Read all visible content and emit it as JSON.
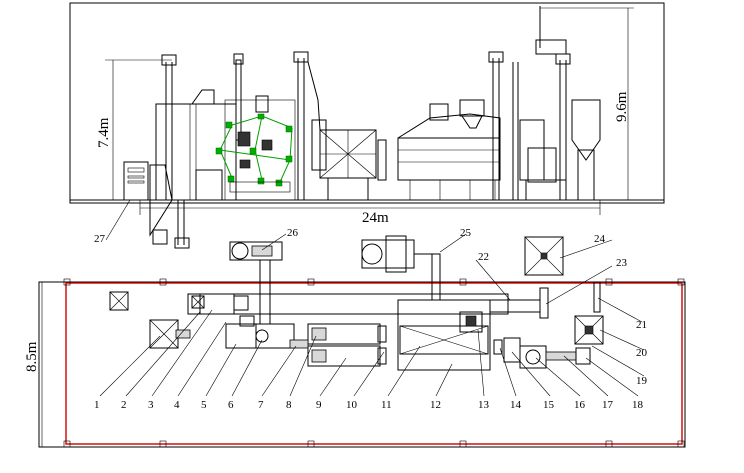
{
  "dimensions": {
    "height_left": "7.4m",
    "height_right": "9.6m",
    "length": "24m",
    "width": "8.5m"
  },
  "callouts": [
    "1",
    "2",
    "3",
    "4",
    "5",
    "6",
    "7",
    "8",
    "9",
    "10",
    "11",
    "12",
    "13",
    "14",
    "15",
    "16",
    "17",
    "18",
    "19",
    "20",
    "21",
    "22",
    "23",
    "24",
    "25",
    "26",
    "27"
  ],
  "colors": {
    "line": "#000000",
    "highlight": "#00a000",
    "border": "#d00000"
  }
}
